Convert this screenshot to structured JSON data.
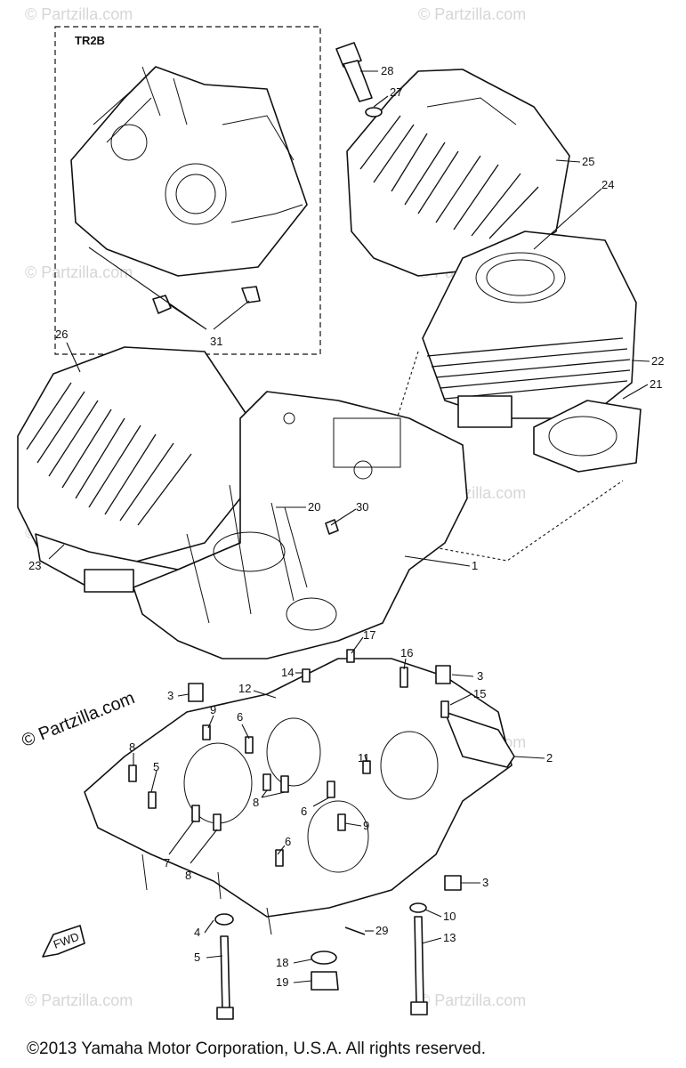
{
  "inset_label": "TR2B",
  "watermark": "© Partzilla.com",
  "copyright": "©2013 Yamaha Motor Corporation, U.S.A. All rights reserved.",
  "fwd_label": "FWD",
  "callouts": [
    {
      "id": "c28",
      "text": "28"
    },
    {
      "id": "c27",
      "text": "27"
    },
    {
      "id": "c25",
      "text": "25"
    },
    {
      "id": "c24",
      "text": "24"
    },
    {
      "id": "c22",
      "text": "22"
    },
    {
      "id": "c21",
      "text": "21"
    },
    {
      "id": "c26",
      "text": "26"
    },
    {
      "id": "c20",
      "text": "20"
    },
    {
      "id": "c30",
      "text": "30"
    },
    {
      "id": "c23",
      "text": "23"
    },
    {
      "id": "c1",
      "text": "1"
    },
    {
      "id": "c31",
      "text": "31"
    },
    {
      "id": "c17",
      "text": "17"
    },
    {
      "id": "c16",
      "text": "16"
    },
    {
      "id": "c14",
      "text": "14"
    },
    {
      "id": "c12",
      "text": "12"
    },
    {
      "id": "c3a",
      "text": "3"
    },
    {
      "id": "c3b",
      "text": "3"
    },
    {
      "id": "c15",
      "text": "15"
    },
    {
      "id": "c9a",
      "text": "9"
    },
    {
      "id": "c6a",
      "text": "6"
    },
    {
      "id": "c2",
      "text": "2"
    },
    {
      "id": "c5a",
      "text": "5"
    },
    {
      "id": "c8a",
      "text": "8"
    },
    {
      "id": "c11",
      "text": "11"
    },
    {
      "id": "c8b",
      "text": "8"
    },
    {
      "id": "c6b",
      "text": "6"
    },
    {
      "id": "c9b",
      "text": "9"
    },
    {
      "id": "c7",
      "text": "7"
    },
    {
      "id": "c8c",
      "text": "8"
    },
    {
      "id": "c6c",
      "text": "6"
    },
    {
      "id": "c3c",
      "text": "3"
    },
    {
      "id": "c10",
      "text": "10"
    },
    {
      "id": "c4",
      "text": "4"
    },
    {
      "id": "c29",
      "text": "29"
    },
    {
      "id": "c5b",
      "text": "5"
    },
    {
      "id": "c13",
      "text": "13"
    },
    {
      "id": "c18",
      "text": "18"
    },
    {
      "id": "c19",
      "text": "19"
    }
  ]
}
